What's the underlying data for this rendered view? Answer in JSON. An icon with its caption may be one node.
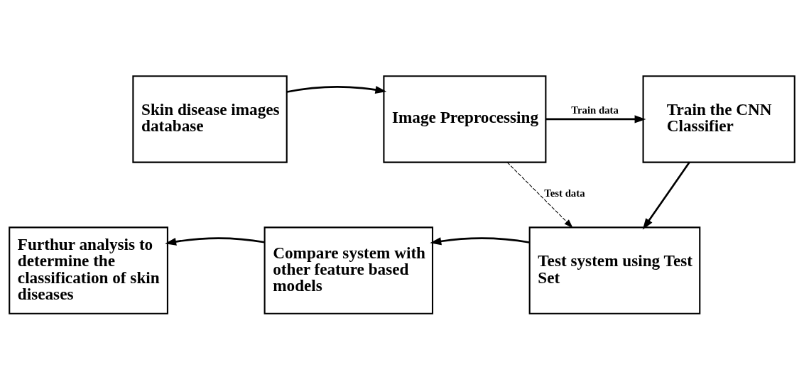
{
  "diagram": {
    "nodes": [
      {
        "text": [
          "Skin disease images database"
        ]
      },
      {
        "text": [
          "Image Preprocessing"
        ]
      },
      {
        "text": [
          "Train the CNN Classifier"
        ]
      },
      {
        "text": [
          "Test system using Test Set"
        ]
      },
      {
        "text": [
          "Compare system with other feature based models"
        ]
      },
      {
        "text": [
          "Furthur analysis to determine the classification of skin diseases"
        ]
      }
    ],
    "edges": [
      {
        "from": 0,
        "to": 1,
        "arrow": "to"
      },
      {
        "from": 1,
        "to": 2,
        "arrow": "to",
        "label": "Train data"
      },
      {
        "from": 2,
        "to": 3,
        "arrow": "to"
      },
      {
        "from": 1,
        "to": 3,
        "arrow": "to",
        "label": "Test data",
        "style": "dashed"
      },
      {
        "from": 3,
        "to": 4,
        "arrow": "to"
      },
      {
        "from": 4,
        "to": 5,
        "arrow": "to"
      }
    ]
  }
}
